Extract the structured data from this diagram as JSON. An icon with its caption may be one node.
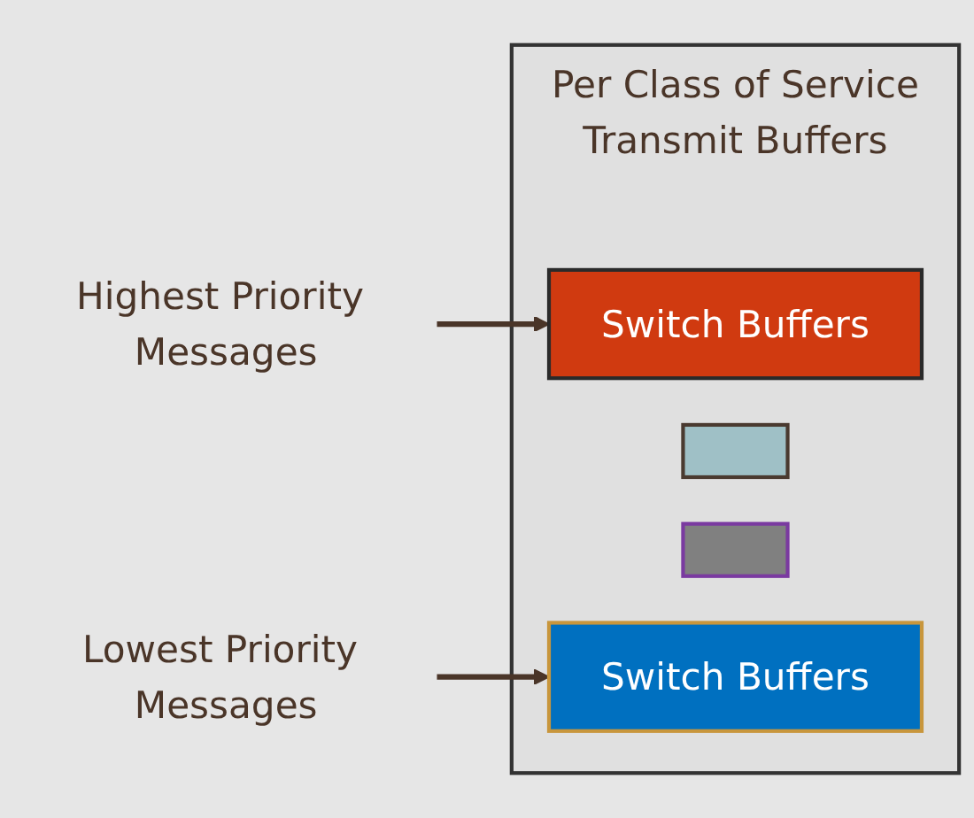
{
  "diagram": {
    "nodes": [
      {
        "text": [
          "Highest Priority Messages"
        ]
      },
      {
        "text": [
          "Per Class of Service Transmit Buffers"
        ]
      },
      {
        "text": [
          "Switch Buffers"
        ],
        "in": 1
      },
      {
        "text": [],
        "shape": "box",
        "in": 1
      },
      {
        "text": [],
        "shape": "box",
        "in": 1
      },
      {
        "text": [
          "Switch Buffers"
        ],
        "in": 1
      },
      {
        "text": [
          "Lowest Priority Messages"
        ]
      }
    ],
    "edges": [
      {
        "from": 0,
        "to": 2,
        "arrow": "to"
      },
      {
        "from": 6,
        "to": 5,
        "arrow": "to"
      }
    ]
  }
}
